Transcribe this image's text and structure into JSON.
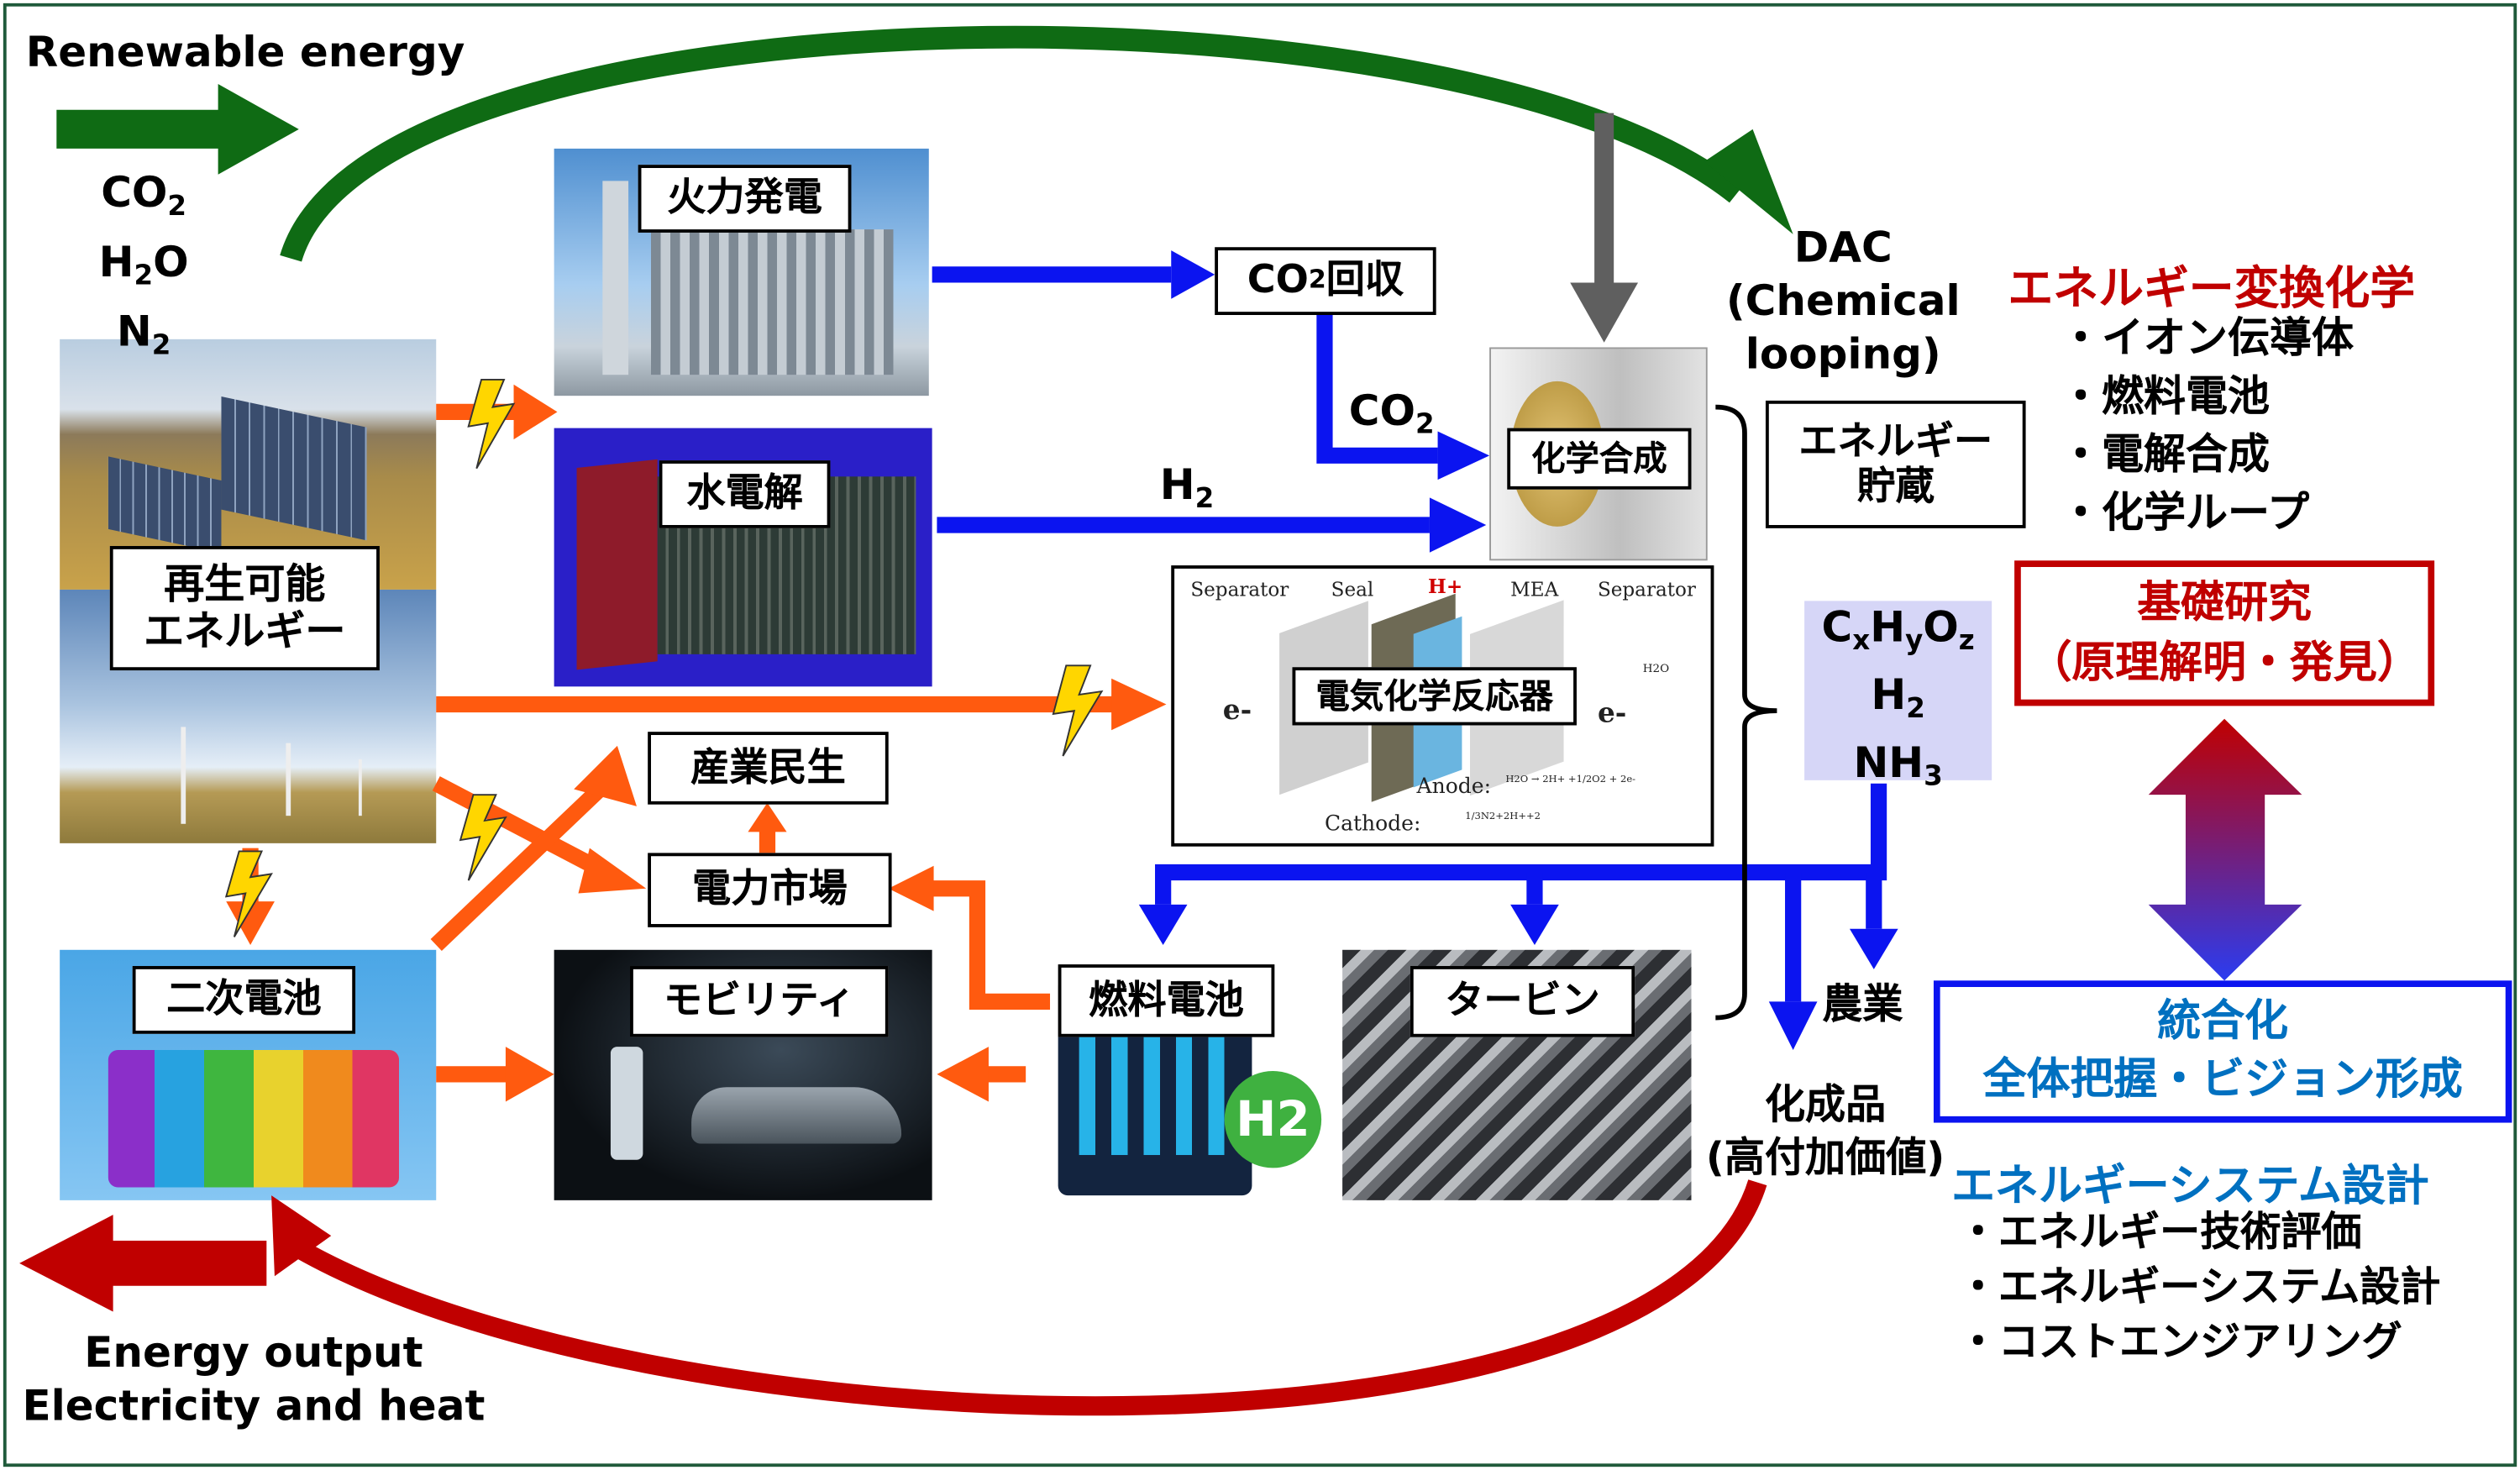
{
  "colors": {
    "green": "#0f6b14",
    "blue": "#0b14f0",
    "orange": "#ff5a0f",
    "red": "#c00000",
    "gray": "#5f5f5f",
    "accent_blue": "#0070c0",
    "chem_box": "#d6d6f7",
    "frame": "#1f5a3a"
  },
  "inputs": {
    "title": "Renewable energy",
    "co2": {
      "t": "CO",
      "s": "2"
    },
    "h2o": {
      "t": "H",
      "s": "2",
      "t2": "O"
    },
    "n2": {
      "t": "N",
      "s": "2"
    }
  },
  "nodes": {
    "renewable": "再生可能\nエネルギー",
    "thermal": "火力発電",
    "electrolysis": "水電解",
    "co2_capture": {
      "t": "CO",
      "s": "2",
      "t2": "回収"
    },
    "co2_flow": {
      "t": "CO",
      "s": "2"
    },
    "h2_flow": {
      "t": "H",
      "s": "2"
    },
    "synthesis": "化学合成",
    "dac": "DAC\n(Chemical\nlooping)",
    "storage": "エネルギー\n貯蔵",
    "reactor": "電気化学反応器",
    "industry": "産業民生",
    "power_market": "電力市場",
    "battery": "二次電池",
    "mobility": "モビリティ",
    "fuel_cell": "燃料電池",
    "turbine": "タービン",
    "agriculture": "農業",
    "chemicals": "化成品\n(高付加価値)",
    "fuel_cell_badge": "H2"
  },
  "products": {
    "cxhyoz": {
      "c": "C",
      "x": "x",
      "h": "H",
      "y": "y",
      "o": "O",
      "z": "z"
    },
    "h2": {
      "t": "H",
      "s": "2"
    },
    "nh3": {
      "t": "NH",
      "s": "3"
    }
  },
  "reactor_diagram": {
    "separator_left": "Separator",
    "seal": "Seal",
    "hplus": "H+",
    "mea": "MEA",
    "separator_right": "Separator",
    "e_left": "e-",
    "e_right": "e-",
    "h2o": "H2O",
    "anode": "Anode:",
    "anode_eq": "H2O → 2H+ +1/2O2 + 2e-",
    "cathode": "Cathode:",
    "cathode_eq": "1/3N2+2H++2"
  },
  "right_panel": {
    "chem_title": "エネルギー変換化学",
    "chem_items": [
      "・イオン伝導体",
      "・燃料電池",
      "・電解合成",
      "・化学ループ"
    ],
    "basic_research": "基礎研究\n（原理解明・発見）",
    "integration_title": "統合化",
    "integration_sub": "全体把握・ビジョン形成",
    "system_title": "エネルギーシステム設計",
    "system_items": [
      "・エネルギー技術評価",
      "・エネルギーシステム設計",
      "・コストエンジアリング"
    ]
  },
  "outputs": {
    "line1": "Energy output",
    "line2": "Electricity and heat"
  },
  "icons": [
    "lightning-icon",
    "solar-panel-photo",
    "wind-turbine-photo",
    "power-plant-photo",
    "electrolyzer-photo",
    "catalyst-photo",
    "battery-photo",
    "car-photo",
    "fuel-cell-icon",
    "turbine-photo"
  ]
}
